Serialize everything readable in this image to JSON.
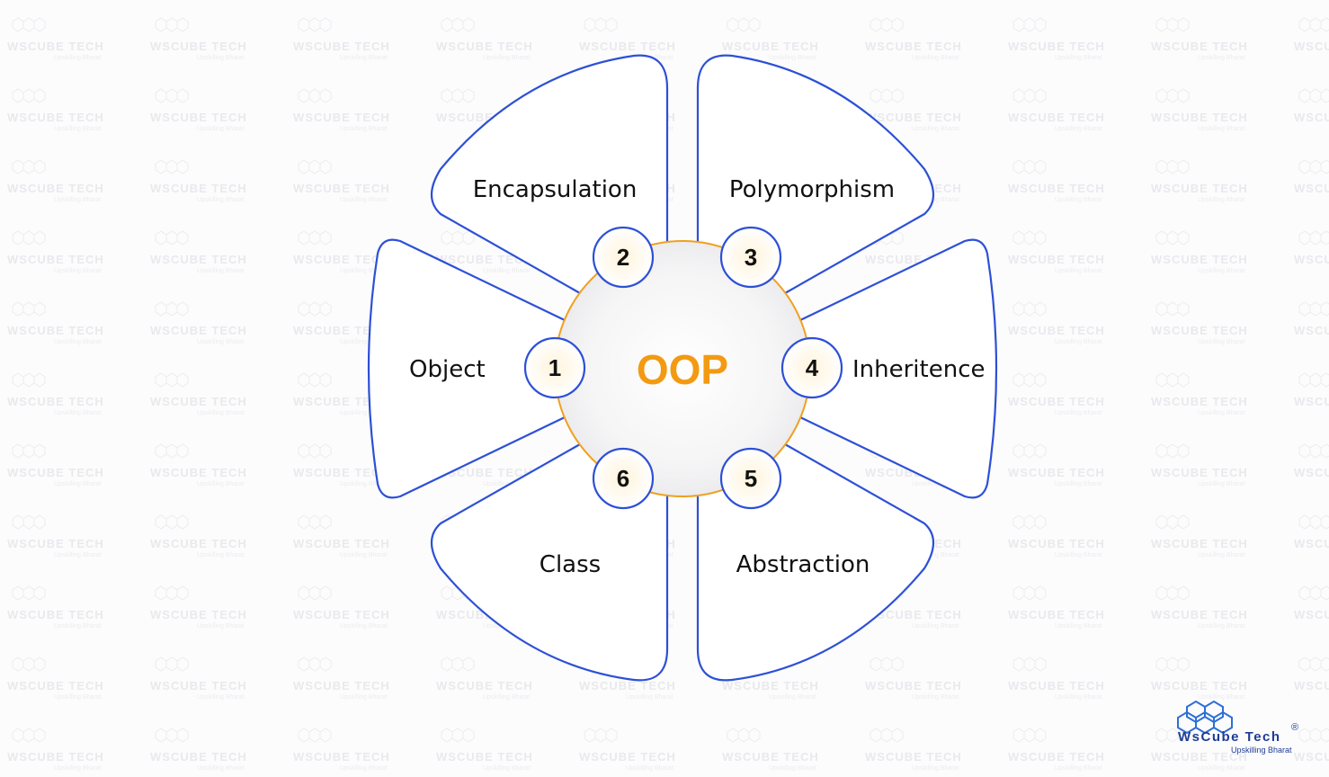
{
  "diagram": {
    "center_title": "OOP",
    "items": [
      {
        "number": "1",
        "label": "Object"
      },
      {
        "number": "2",
        "label": "Encapsulation"
      },
      {
        "number": "3",
        "label": "Polymorphism"
      },
      {
        "number": "4",
        "label": "Inheritence"
      },
      {
        "number": "5",
        "label": "Abstraction"
      },
      {
        "number": "6",
        "label": "Class"
      }
    ]
  },
  "brand": {
    "name": "WsCube Tech",
    "tagline": "Upskilling Bharat",
    "registered_mark": "®",
    "logo_icon": "hexagon-cluster-icon"
  },
  "colors": {
    "petal_stroke": "#2d50d6",
    "hub_stroke": "#f0a020",
    "center_title": "#f39a12",
    "brand_text": "#1e3c96"
  }
}
